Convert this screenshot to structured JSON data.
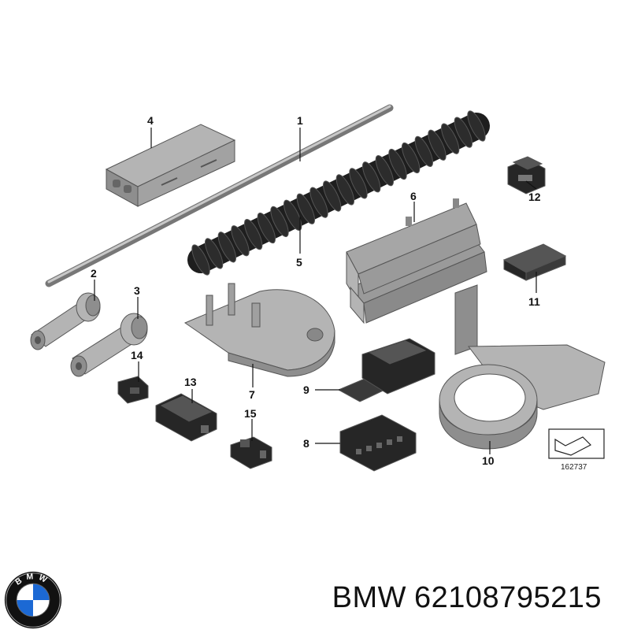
{
  "brand": "BMW",
  "part_number": "62108795215",
  "diagram_ref": "162737",
  "callouts": {
    "c1": "1",
    "c2": "2",
    "c3": "3",
    "c4": "4",
    "c5": "5",
    "c6": "6",
    "c7": "7",
    "c8": "8",
    "c9": "9",
    "c10": "10",
    "c11": "11",
    "c12": "12",
    "c13": "13",
    "c14": "14",
    "c15": "15"
  },
  "logo_letters": "BMW",
  "colors": {
    "part_light": "#b4b4b4",
    "part_mid": "#8e8e8e",
    "part_dark": "#3a3a3a",
    "logo_blue": "#1c69d4"
  }
}
